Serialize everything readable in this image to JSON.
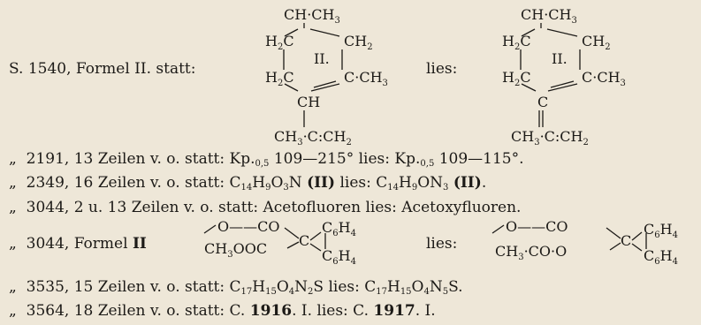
{
  "entry1": {
    "prefix": "S. 1540, Formel II. statt:",
    "lies": "lies:",
    "formula_old": {
      "top": "CH·CH",
      "top_sub": "3",
      "left1": "H",
      "left1_sub": "2",
      "left1_c": "C",
      "right1": "CH",
      "right1_sub": "2",
      "ring": "II.",
      "left2": "H",
      "left2_sub": "2",
      "left2_c": "C",
      "right2": "C·CH",
      "right2_sub": "3",
      "bottom": "CH",
      "side_a": "CH",
      "side_a_sub": "3",
      "side_b": "·C:CH",
      "side_b_sub": "2"
    },
    "formula_new": {
      "top": "CH·CH",
      "top_sub": "3",
      "left1": "H",
      "left1_sub": "2",
      "left1_c": "C",
      "right1": "CH",
      "right1_sub": "2",
      "ring": "II.",
      "left2": "H",
      "left2_sub": "2",
      "left2_c": "C",
      "right2": "C·CH",
      "right2_sub": "3",
      "bottom": "C",
      "side_a": "CH",
      "side_a_sub": "3",
      "side_b": "·C:CH",
      "side_b_sub": "2"
    }
  },
  "entry2": {
    "mark": "„",
    "page": "2191, 13 Zeilen v. o. statt: Kp.",
    "sub1": "0,5",
    "mid": " 109—215° lies: Kp.",
    "sub2": "0,5",
    "end": " 109—115°."
  },
  "entry3": {
    "mark": "„",
    "pre": "2349, 16 Zeilen v. o. statt: C",
    "c_sub": "14",
    "h": "H",
    "h_sub": "9",
    "o": "O",
    "o_sub": "3",
    "n": "N",
    "paren1": "(II)",
    "lies": "lies: C",
    "c2_sub": "14",
    "h2": "H",
    "h2_sub": "9",
    "on": "ON",
    "n_sub": "3",
    "paren2": "(II)",
    "dot": "."
  },
  "entry4": {
    "mark": "„",
    "text": "3044,  2 u. 13 Zeilen v. o. statt: Acetofluoren lies: Acetoxyfluoren."
  },
  "entry5": {
    "mark": "„",
    "prefix": "3044, Formel",
    "numeral": "II",
    "lies": "lies:",
    "old": {
      "top": "O——CO",
      "bottom": "CH",
      "bottom_sub": "3",
      "bottom_rest": "OOC",
      "c": "C",
      "r1": "C",
      "r1_sub": "6",
      "r1b": "H",
      "r1b_sub": "4",
      "r2": "C",
      "r2_sub": "6",
      "r2b": "H",
      "r2b_sub": "4"
    },
    "new": {
      "top": "O——CO",
      "bottom": "CH",
      "bottom_sub": "3",
      "bottom_rest": "·CO·O",
      "c": "C",
      "r1": "C",
      "r1_sub": "6",
      "r1b": "H",
      "r1b_sub": "4",
      "r2": "C",
      "r2_sub": "6",
      "r2b": "H",
      "r2b_sub": "4"
    }
  },
  "entry6": {
    "mark": "„",
    "pre": "3535, 15 Zeilen v. o. statt: C",
    "a1": "17",
    "b": "H",
    "b1": "15",
    "c": "O",
    "c1": "4",
    "d": "N",
    "d1": "2",
    "e": "S lies: C",
    "f1": "17",
    "g": "H",
    "g1": "15",
    "h": "O",
    "h1": "4",
    "i": "N",
    "i1": "5",
    "j": "S."
  },
  "entry7": {
    "mark": "„",
    "pre": "3564, 18 Zeilen v. o. statt: C.",
    "y1": "1916",
    "mid": ". I. lies: C.",
    "y2": "1917",
    "end": ". I."
  }
}
